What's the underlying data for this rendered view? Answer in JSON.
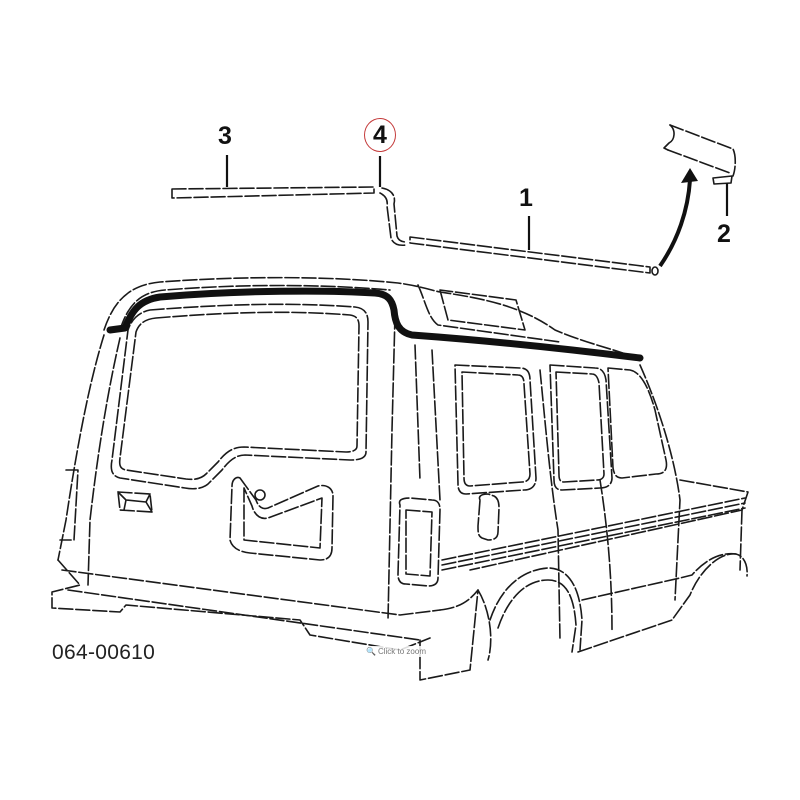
{
  "diagram": {
    "subject": "Vehicle roof moulding / drip rail parts diagram",
    "part_number": "064-00610",
    "callouts": [
      {
        "id": "1",
        "label": "1",
        "highlighted": false
      },
      {
        "id": "2",
        "label": "2",
        "highlighted": false
      },
      {
        "id": "3",
        "label": "3",
        "highlighted": false
      },
      {
        "id": "4",
        "label": "4",
        "highlighted": true
      }
    ],
    "highlight_color": "#c43a3a",
    "line_color": "#1a1a1a"
  },
  "overlay": {
    "zoom_hint_icon": "magnifier-icon",
    "zoom_hint_label": "Click to zoom"
  }
}
